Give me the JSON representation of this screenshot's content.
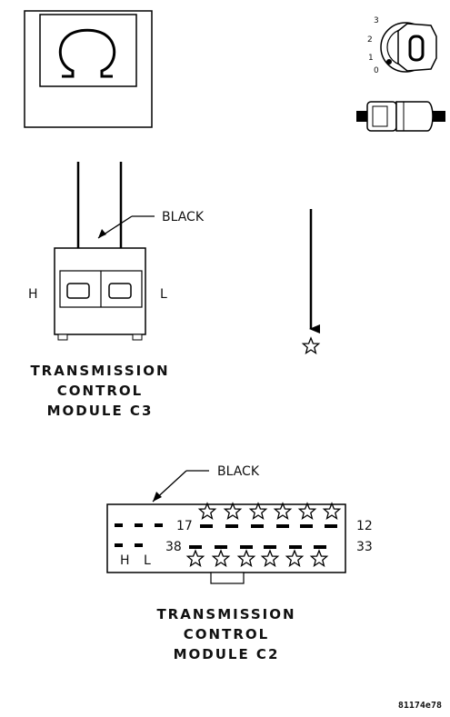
{
  "meter": {
    "symbol": "Ω"
  },
  "ignition": {
    "positions": [
      "3",
      "2",
      "1",
      "0"
    ],
    "key_label": "O"
  },
  "c3": {
    "wire_color": "BLACK",
    "pin_h": "H",
    "pin_l": "L",
    "title_lines": [
      "TRANSMISSION",
      "CONTROL",
      "MODULE C3"
    ]
  },
  "c2": {
    "wire_color": "BLACK",
    "pin_17": "17",
    "pin_12": "12",
    "pin_38": "38",
    "pin_33": "33",
    "pin_h": "H",
    "pin_l": "L",
    "title_lines": [
      "TRANSMISSION",
      "CONTROL",
      "MODULE C2"
    ]
  },
  "figure_code": "81174e78"
}
